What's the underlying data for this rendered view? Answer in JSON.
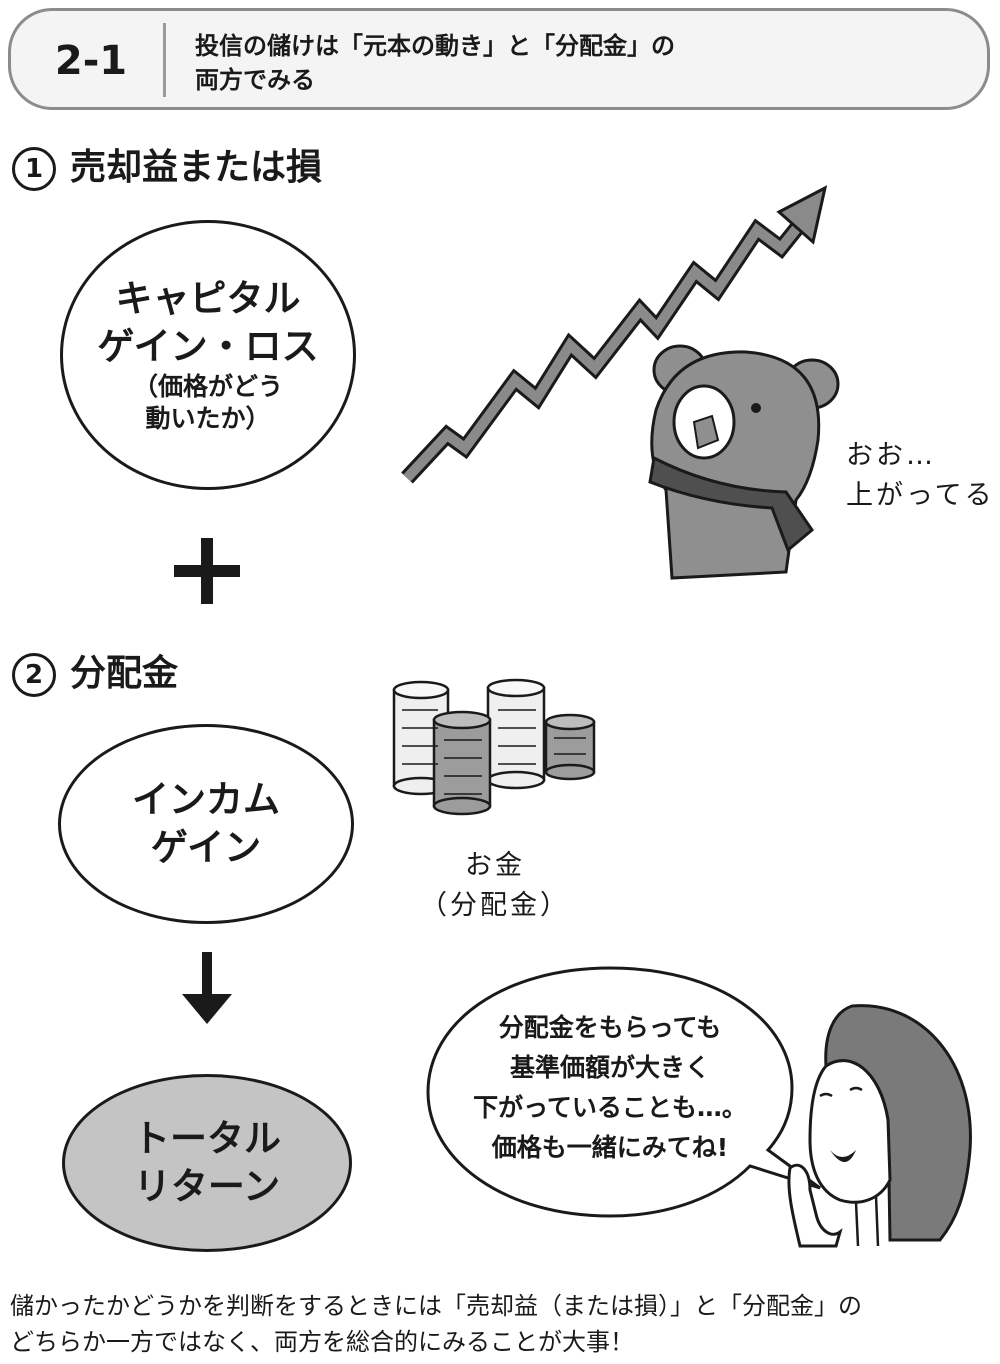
{
  "header": {
    "number": "2-1",
    "title_line1": "投信の儲けは「元本の動き」と「分配金」の",
    "title_line2": "両方でみる"
  },
  "section1": {
    "marker": "1",
    "title": "売却益または損",
    "ellipse": {
      "line1": "キャピタル",
      "line2": "ゲイン・ロス",
      "sub1": "（価格がどう",
      "sub2": "動いたか）"
    },
    "bear_caption_line1": "おお…",
    "bear_caption_line2": "上がってる"
  },
  "section2": {
    "marker": "2",
    "title": "分配金",
    "ellipse": {
      "line1": "インカム",
      "line2": "ゲイン"
    },
    "coin_caption_line1": "お金",
    "coin_caption_line2": "（分配金）"
  },
  "total": {
    "line1": "トータル",
    "line2": "リターン"
  },
  "bubble": {
    "line1": "分配金をもらっても",
    "line2": "基準価額が大きく",
    "line3": "下がっていることも…。",
    "line4": "価格も一緒にみてね!"
  },
  "footer": {
    "line1": "儲かったかどうかを判断をするときには「売却益（または損）」と「分配金」の",
    "line2": "どちらか一方ではなく、両方を総合的にみることが大事！"
  },
  "colors": {
    "bear_fill": "#8f8f8f",
    "scarf": "#4f4f4f",
    "total_fill": "#c4c4c4",
    "header_border": "#8c8c8c"
  }
}
